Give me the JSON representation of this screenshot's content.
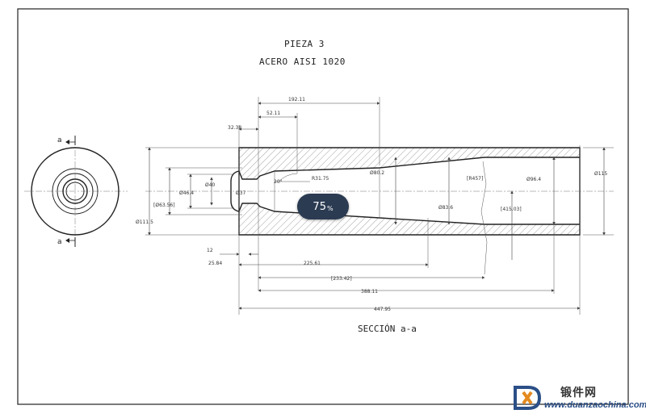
{
  "drawing": {
    "title_line1": "PIEZA 3",
    "title_line2": "ACERO AISI 1020",
    "section_title": "SECCIÓN a-a",
    "section_mark_top": "a",
    "section_mark_bottom": "a"
  },
  "dimensions": {
    "d_192": "192.11",
    "d_52": "52.11",
    "d_32": "32.38",
    "ang_20": "20°",
    "r_31": "R31.75",
    "dia_80": "Ø80.2",
    "r_457": "[R457]",
    "dia_96": "Ø96.4",
    "dia_115": "Ø115",
    "dia_40": "Ø40",
    "dia_46": "Ø46.4",
    "dia_37": "Ø37",
    "dia_63": "[Ø63.56]",
    "dia_83": "Ø83.6",
    "d_415": "[415.03]",
    "dia_111": "Ø111.5",
    "d_12": "12",
    "d_25": "25.84",
    "d_225": "225.61",
    "d_233": "[233.42]",
    "d_388": "388.11",
    "d_447": "447.95"
  },
  "zoom": {
    "value": "75",
    "unit": "%"
  },
  "watermark": {
    "chinese": "锻件网",
    "url": "www.duanzaochina.com"
  },
  "colors": {
    "badge": "#2b3b52",
    "watermark_blue": "#2b4f87",
    "watermark_orange": "#e48a1e"
  }
}
